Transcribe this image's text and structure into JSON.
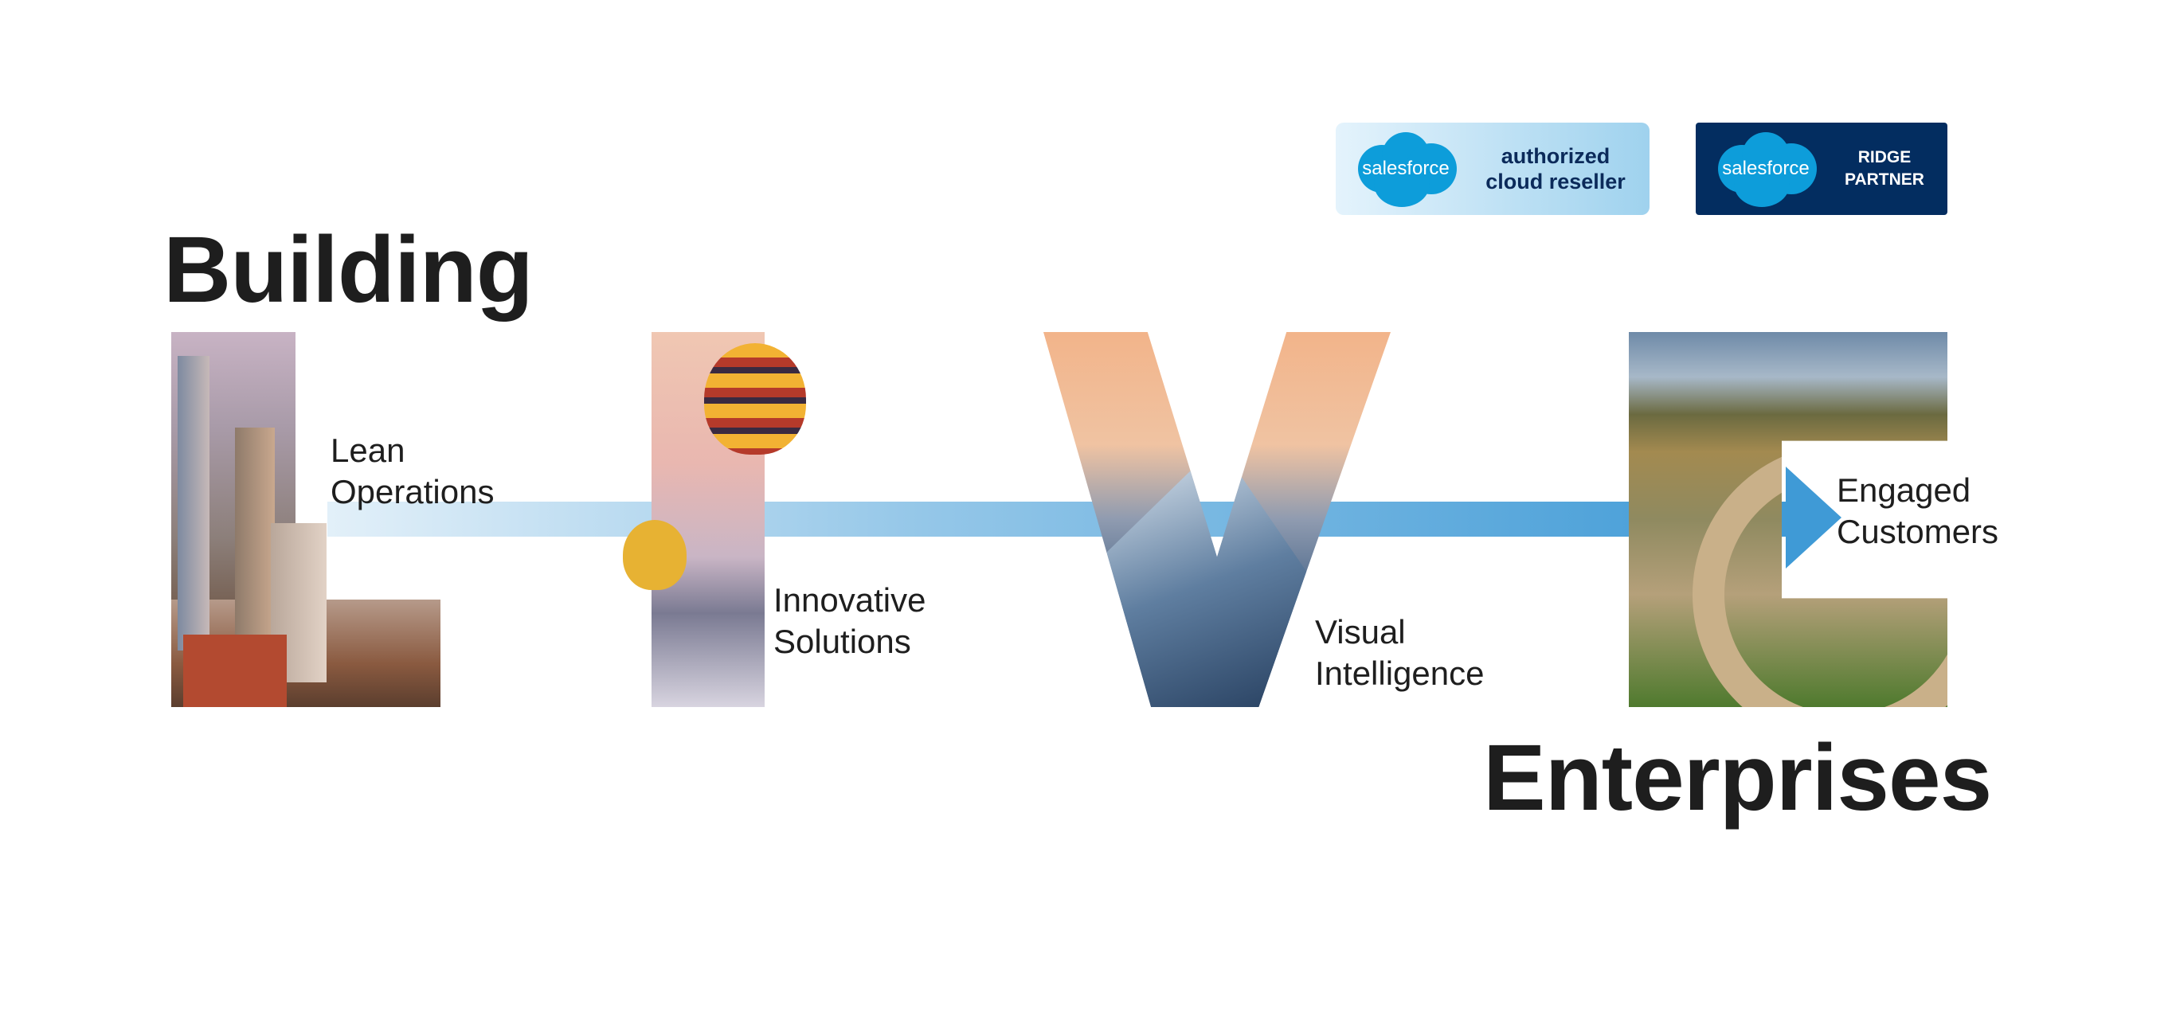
{
  "headline": {
    "top": "Building",
    "bottom": "Enterprises"
  },
  "letters": [
    "L",
    "I",
    "V",
    "E"
  ],
  "pillars": [
    {
      "label_line1": "Lean",
      "label_line2": "Operations"
    },
    {
      "label_line1": "Innovative",
      "label_line2": "Solutions"
    },
    {
      "label_line1": "Visual",
      "label_line2": "Intelligence"
    },
    {
      "label_line1": "Engaged",
      "label_line2": "Customers"
    }
  ],
  "badges": [
    {
      "logo_text": "salesforce",
      "line1": "authorized",
      "line2": "cloud reseller"
    },
    {
      "logo_text": "salesforce",
      "line1": "RIDGE",
      "line2": "PARTNER"
    }
  ],
  "colors": {
    "arrow": "#3f9ad6",
    "badge_dark": "#032d60",
    "cloud": "#0d9dda",
    "text": "#1e1e1e"
  }
}
